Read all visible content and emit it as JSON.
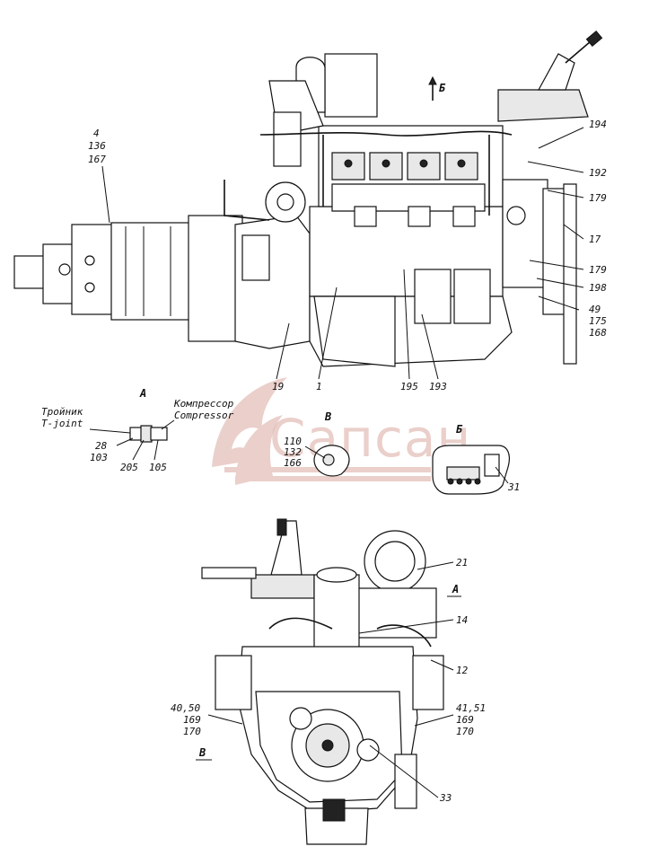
{
  "watermark": {
    "text": "Сапсан",
    "color": "#c9857a"
  },
  "view_labels": {
    "top_view_arrow": "Б",
    "detail_a": "А",
    "detail_v": "В",
    "detail_b": "Б",
    "front_a": "А",
    "front_v": "В"
  },
  "detail_a_notes": {
    "tee_ru": "Тройник",
    "tee_en": "T-joint",
    "compressor_ru": "Компрессор",
    "compressor_en": "Compressor"
  },
  "callouts_top": {
    "c4": "4",
    "c136": "136",
    "c167": "167",
    "c194": "194",
    "c192": "192",
    "c179a": "179",
    "c17": "17",
    "c179b": "179",
    "c198": "198",
    "c49": "49",
    "c175": "175",
    "c168": "168",
    "c19": "19",
    "c1": "1",
    "c195": "195",
    "c193": "193"
  },
  "callouts_details": {
    "c28": "28",
    "c103": "103",
    "c205": "205",
    "c105": "105",
    "c110": "110",
    "c132": "132",
    "c166": "166",
    "c31": "31"
  },
  "callouts_front": {
    "c21": "21",
    "c14": "14",
    "c12": "12",
    "c40_50": "40,50",
    "c169a": "169",
    "c170a": "170",
    "c41_51": "41,51",
    "c169b": "169",
    "c170b": "170",
    "c33": "33"
  }
}
